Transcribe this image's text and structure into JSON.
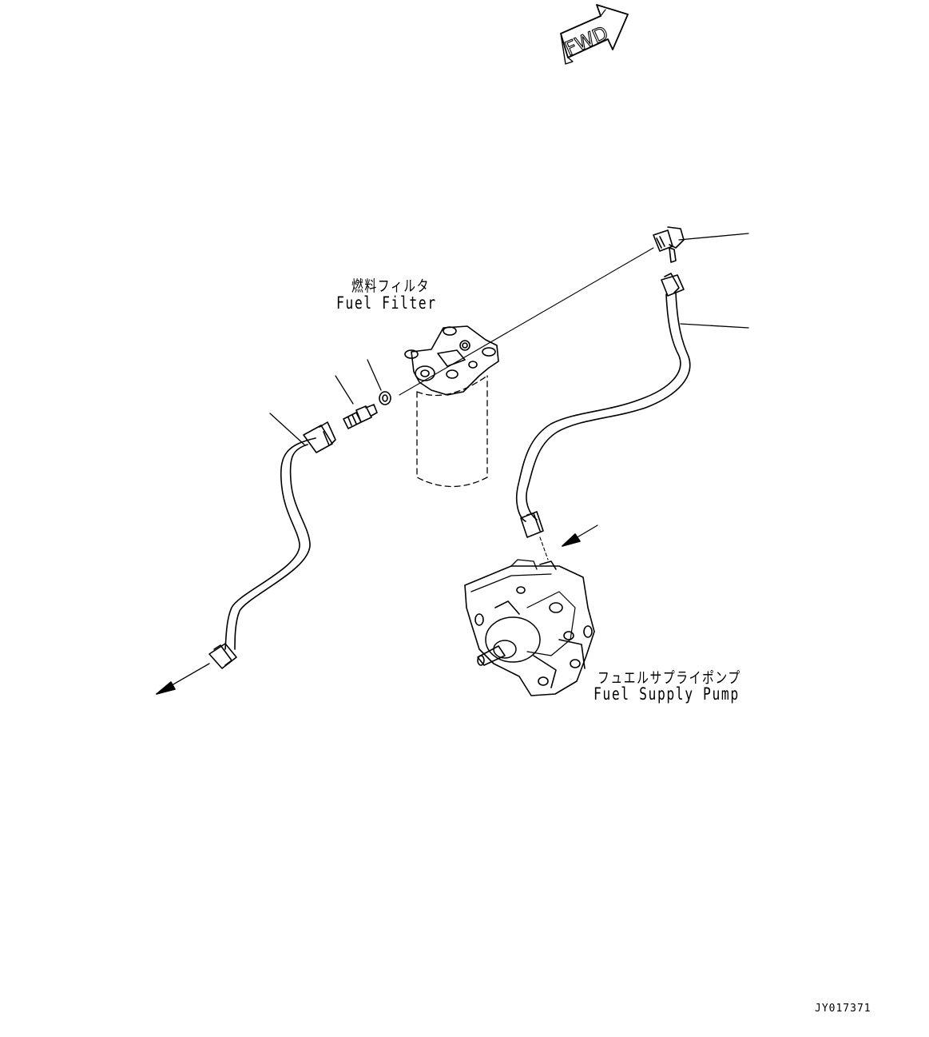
{
  "direction_marker": {
    "text": "FWD"
  },
  "labels": {
    "fuel_filter_jp": "燃料フィルタ",
    "fuel_filter_en": "Fuel Filter",
    "supply_pump_jp": "フュエルサプライポンプ",
    "supply_pump_en": "Fuel Supply Pump"
  },
  "drawing_code": "JY017371",
  "colors": {
    "line": "#000000",
    "background": "#ffffff"
  }
}
